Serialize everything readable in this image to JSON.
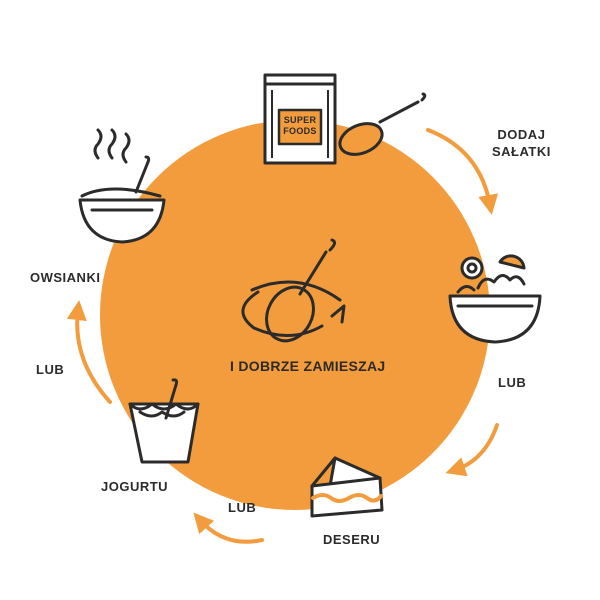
{
  "colors": {
    "accent": "#f39c3d",
    "stroke": "#2b2b2b",
    "background": "#ffffff"
  },
  "package": {
    "line1": "SUPER",
    "line2": "FOODS"
  },
  "center_label": "I DOBRZE ZAMIESZAJ",
  "steps": {
    "add_line1": "DODAJ",
    "add_line2": "SAŁATKI",
    "or_1": "LUB",
    "dessert": "DESERU",
    "or_2": "LUB",
    "yogurt": "JOGURTU",
    "or_3": "LUB",
    "oatmeal": "OWSIANKI"
  },
  "icons": [
    "superfoods-package-icon",
    "spoon-icon",
    "salad-bowl-icon",
    "cake-slice-icon",
    "yogurt-cup-icon",
    "oatmeal-bowl-icon",
    "stirring-spoon-icon"
  ]
}
